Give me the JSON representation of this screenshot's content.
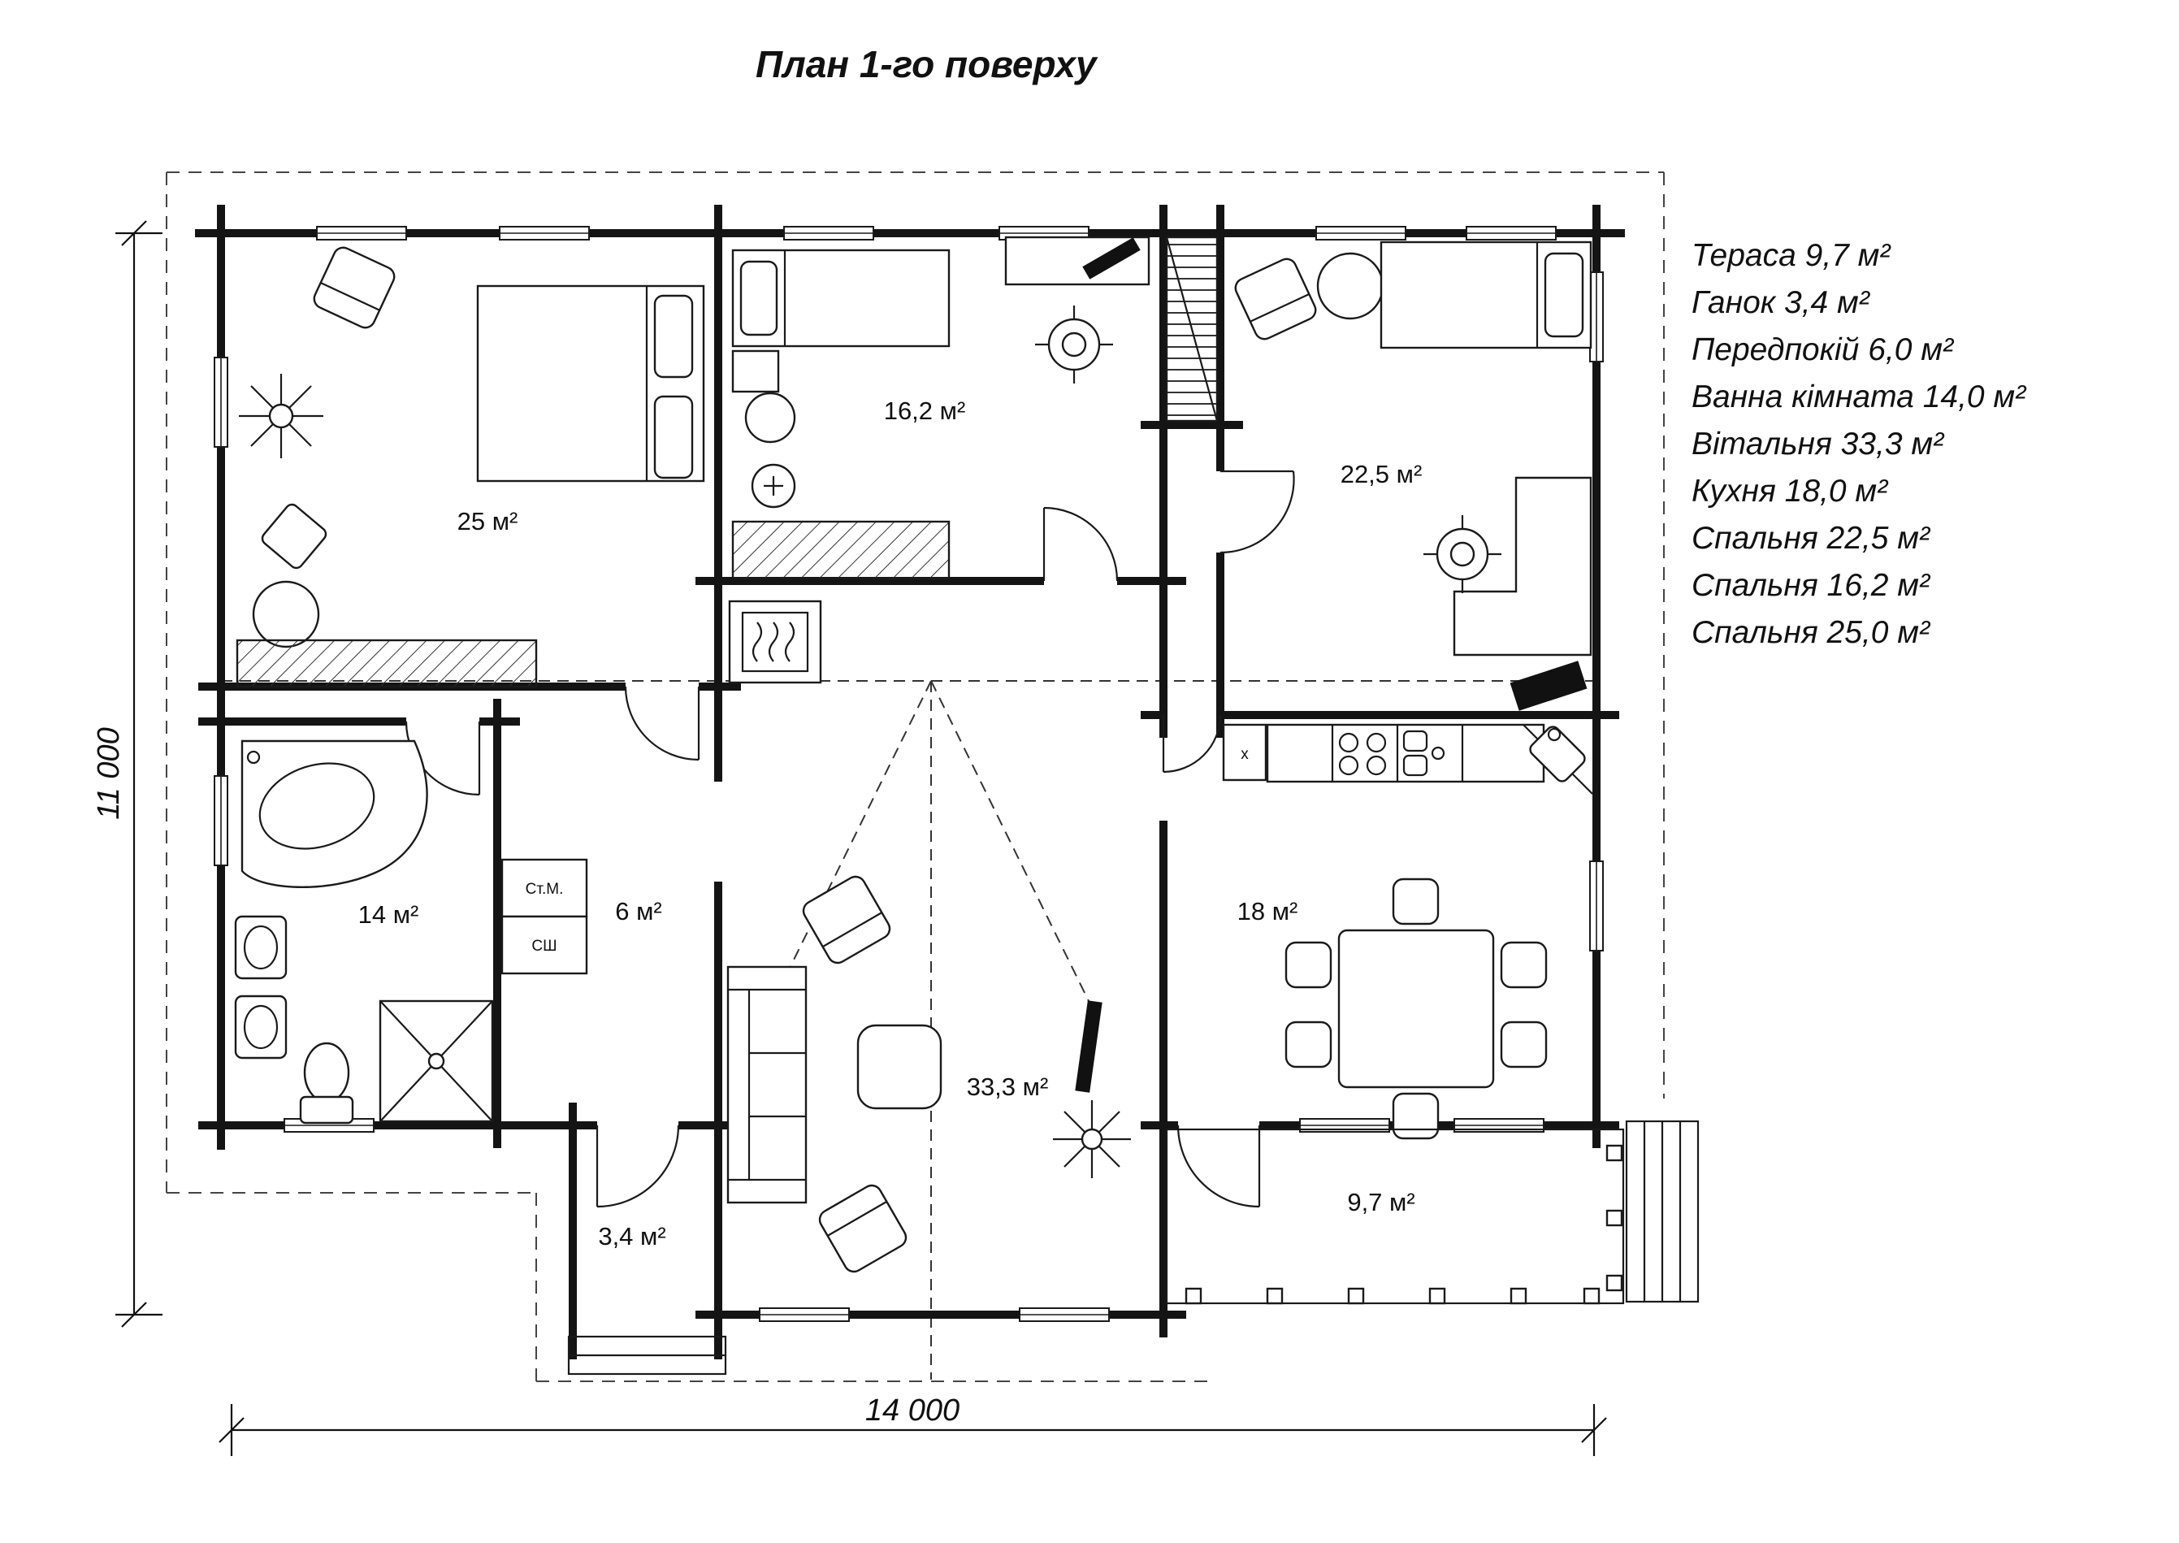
{
  "title": "План 1-го поверху",
  "legend": {
    "items": [
      "Тераса 9,7 м²",
      "Ганок 3,4 м²",
      "Передпокій 6,0 м²",
      "Ванна кімната 14,0 м²",
      "Вітальня 33,3 м²",
      "Кухня 18,0 м²",
      "Спальня 22,5 м²",
      "Спальня 16,2 м²",
      "Спальня 25,0 м²"
    ]
  },
  "rooms": {
    "bedroom_left": "25 м²",
    "bedroom_middle": "16,2 м²",
    "bedroom_right": "22,5 м²",
    "bathroom": "14 м²",
    "hallway": "6 м²",
    "living_room": "33,3 м²",
    "kitchen": "18 м²",
    "porch": "3,4 м²",
    "terrace": "9,7 м²"
  },
  "labels": {
    "closet_top": "Ст.М.",
    "closet_bottom": "СШ",
    "kitchen_unit": "x"
  },
  "dimensions": {
    "height": "11 000",
    "width": "14 000"
  },
  "colors": {
    "line": "#141414",
    "background": "#ffffff"
  }
}
